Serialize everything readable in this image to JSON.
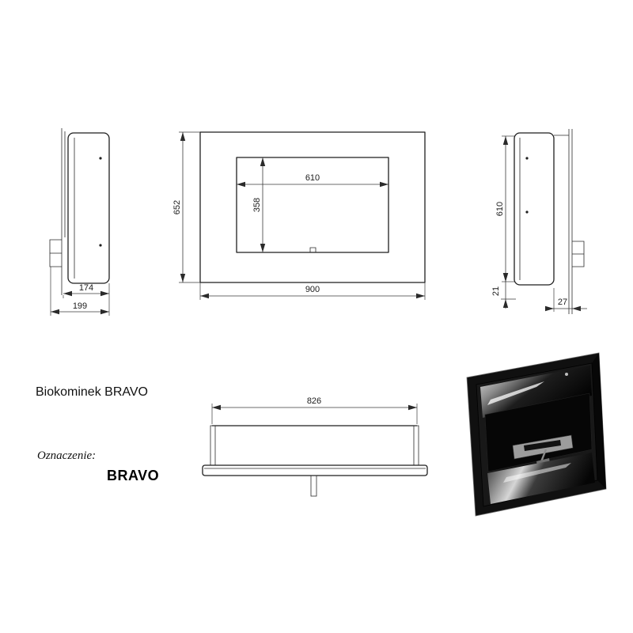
{
  "labels": {
    "product_title": "Biokominek BRAVO",
    "designation_label": "Oznaczenie:",
    "designation_value": "BRAVO"
  },
  "dimensions": {
    "left_view": {
      "body_depth": "174",
      "total_depth": "199"
    },
    "front_view": {
      "total_height": "652",
      "opening_width": "610",
      "opening_height": "358",
      "total_width": "900"
    },
    "right_view": {
      "plate_height": "610",
      "bottom_offset": "21",
      "plate_depth": "27"
    },
    "top_view": {
      "burner_length": "826"
    }
  }
}
